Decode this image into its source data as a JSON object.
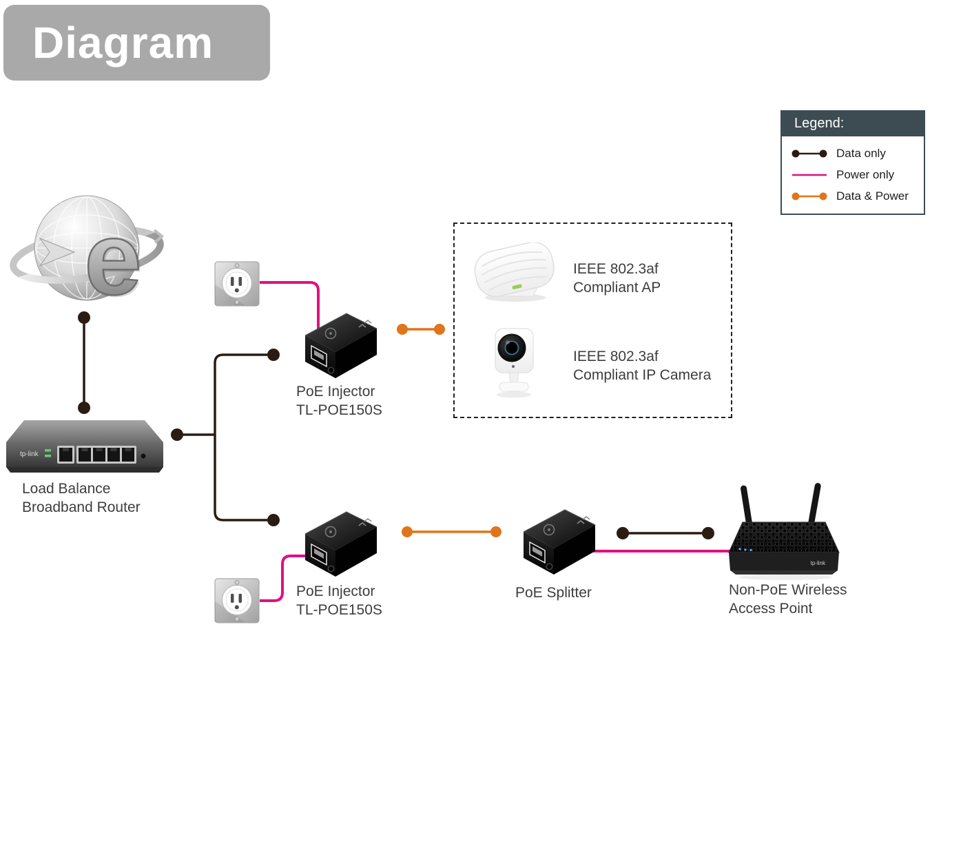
{
  "title": "Diagram",
  "legend": {
    "header": "Legend:",
    "items": [
      {
        "label": "Data only"
      },
      {
        "label": "Power only"
      },
      {
        "label": "Data & Power"
      }
    ]
  },
  "labels": {
    "router": {
      "line1": "Load Balance",
      "line2": "Broadband Router"
    },
    "injector_top": {
      "line1": "PoE Injector",
      "line2": "TL-POE150S"
    },
    "injector_bottom": {
      "line1": "PoE Injector",
      "line2": "TL-POE150S"
    },
    "compliant_ap": {
      "line1": "IEEE 802.3af",
      "line2": "Compliant AP"
    },
    "compliant_camera": {
      "line1": "IEEE 802.3af",
      "line2": "Compliant IP Camera"
    },
    "splitter": "PoE Splitter",
    "wireless_ap": {
      "line1": "Non-PoE Wireless",
      "line2": "Access Point"
    },
    "brand": "tp-link"
  },
  "colors": {
    "data": "#2b1c13",
    "power": "#e20f80",
    "dataPower": "#e0751c",
    "titleBg": "#a9a9a9",
    "legendHeaderBg": "#3d4c52",
    "labelText": "#3d3d3d",
    "legendText": "#1d1d1d"
  }
}
